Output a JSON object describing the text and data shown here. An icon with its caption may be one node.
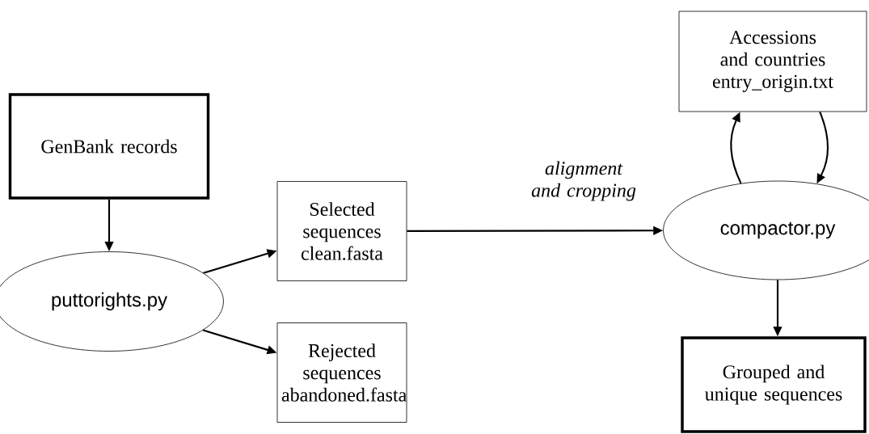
{
  "diagram": {
    "nodes": [
      {
        "text": [
          "GenBank records"
        ]
      },
      {
        "text": [
          "puttorights.py"
        ]
      },
      {
        "text": [
          "Selected sequences clean.fasta"
        ]
      },
      {
        "text": [
          "Rejected sequences abandoned.fasta"
        ]
      },
      {
        "text": [
          "compactor.py"
        ]
      },
      {
        "text": [
          "Accessions and countries entry_origin.txt"
        ]
      },
      {
        "text": [
          "Grouped and unique sequences"
        ]
      }
    ],
    "edges": [
      {
        "from": 0,
        "to": 1,
        "arrow": "to"
      },
      {
        "from": 1,
        "to": 2,
        "arrow": "to"
      },
      {
        "from": 1,
        "to": 3,
        "arrow": "to"
      },
      {
        "from": 2,
        "to": 4,
        "arrow": "to",
        "label": "alignment and cropping"
      },
      {
        "from": 4,
        "to": 5,
        "arrow": "to"
      },
      {
        "from": 5,
        "to": 4,
        "arrow": "to"
      },
      {
        "from": 4,
        "to": 6,
        "arrow": "to"
      }
    ]
  }
}
